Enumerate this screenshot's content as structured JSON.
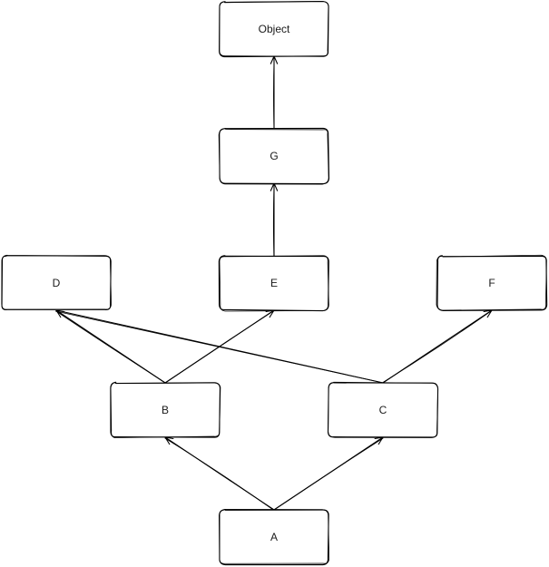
{
  "diagram": {
    "nodes": [
      {
        "id": "object",
        "label": "Object"
      },
      {
        "id": "g",
        "label": "G"
      },
      {
        "id": "d",
        "label": "D"
      },
      {
        "id": "e",
        "label": "E"
      },
      {
        "id": "f",
        "label": "F"
      },
      {
        "id": "b",
        "label": "B"
      },
      {
        "id": "c",
        "label": "C"
      },
      {
        "id": "a",
        "label": "A"
      }
    ],
    "edges": [
      {
        "from": "g",
        "to": "object"
      },
      {
        "from": "e",
        "to": "g"
      },
      {
        "from": "b",
        "to": "d"
      },
      {
        "from": "b",
        "to": "e"
      },
      {
        "from": "c",
        "to": "d"
      },
      {
        "from": "c",
        "to": "f"
      },
      {
        "from": "a",
        "to": "b"
      },
      {
        "from": "a",
        "to": "c"
      }
    ],
    "colors": {
      "stroke": "#000000",
      "fill": "#ffffff",
      "text": "#1a1a1a"
    }
  }
}
